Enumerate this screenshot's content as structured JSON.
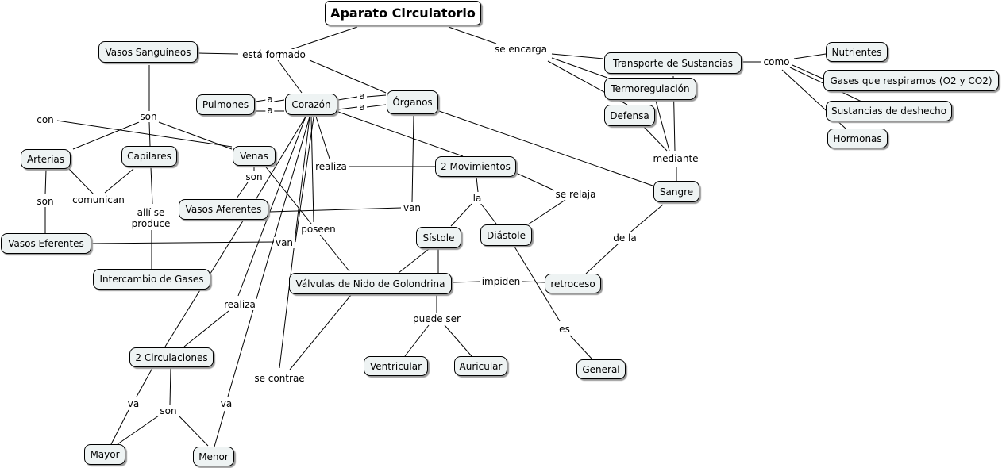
{
  "title": "Aparato Circulatorio",
  "concepts": {
    "vasos_sanguineos": "Vasos Sanguíneos",
    "pulmones": "Pulmones",
    "corazon": "Corazón",
    "organos": "Órganos",
    "transporte": "Transporte de Sustancias",
    "termoregulacion": "Termoregulación",
    "defensa": "Defensa",
    "nutrientes": "Nutrientes",
    "gases_respiramos": "Gases que respiramos (O2 y CO2)",
    "sustancias_deshecho": "Sustancias de deshecho",
    "hormonas": "Hormonas",
    "arterias": "Arterias",
    "capilares": "Capilares",
    "venas": "Venas",
    "vasos_aferentes": "Vasos Aferentes",
    "vasos_eferentes": "Vasos Eferentes",
    "intercambio_gases": "Intercambio de Gases",
    "dos_movimientos": "2 Movimientos",
    "sangre": "Sangre",
    "sistole": "Sístole",
    "diastole": "Diástole",
    "valvulas": "Válvulas de Nido de Golondrina",
    "retroceso": "retroceso",
    "dos_circulaciones": "2 Circulaciones",
    "ventricular": "Ventricular",
    "auricular": "Auricular",
    "general": "General",
    "mayor": "Mayor",
    "menor": "Menor"
  },
  "links": {
    "esta_formado": "está formado",
    "se_encarga": "se encarga",
    "como": "como",
    "a1": "a",
    "a2": "a",
    "a3": "a",
    "a4": "a",
    "son1": "son",
    "con": "con",
    "son2": "son",
    "comunican": "comunican",
    "alli_se_produce_1": "allí se",
    "alli_se_produce_2": "produce",
    "son3": "son",
    "realiza1": "realiza",
    "van1": "van",
    "la": "la",
    "se_relaja": "se relaja",
    "mediante": "mediante",
    "de_la": "de la",
    "poseen": "poseen",
    "van2": "van",
    "impiden": "impiden",
    "puede_ser": "puede ser",
    "es": "es",
    "realiza2": "realiza",
    "se_contrae": "se contrae",
    "va1": "va",
    "son4": "son",
    "va2": "va"
  }
}
